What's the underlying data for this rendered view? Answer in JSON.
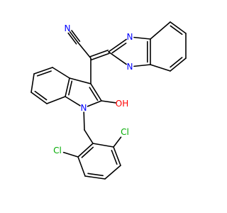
{
  "molecule": {
    "atoms": [
      {
        "id": "N1",
        "label": "N",
        "color": "#0000ff"
      },
      {
        "id": "C1",
        "label": ""
      },
      {
        "id": "C2",
        "label": ""
      },
      {
        "id": "C3",
        "label": ""
      },
      {
        "id": "N2",
        "label": "N",
        "color": "#0000ff"
      },
      {
        "id": "N3",
        "label": "N",
        "color": "#0000ff"
      },
      {
        "id": "C3a",
        "label": ""
      },
      {
        "id": "C4",
        "label": ""
      },
      {
        "id": "C5",
        "label": ""
      },
      {
        "id": "C6",
        "label": ""
      },
      {
        "id": "C7",
        "label": ""
      },
      {
        "id": "C7a",
        "label": ""
      },
      {
        "id": "I3",
        "label": ""
      },
      {
        "id": "I2",
        "label": ""
      },
      {
        "id": "O1",
        "label": "OH",
        "color": "#ff0000"
      },
      {
        "id": "IN1",
        "label": "N",
        "color": "#0000ff"
      },
      {
        "id": "I7a",
        "label": ""
      },
      {
        "id": "I3a",
        "label": ""
      },
      {
        "id": "I4",
        "label": ""
      },
      {
        "id": "I5",
        "label": ""
      },
      {
        "id": "I6",
        "label": ""
      },
      {
        "id": "I7",
        "label": ""
      },
      {
        "id": "CH2",
        "label": ""
      },
      {
        "id": "B1",
        "label": ""
      },
      {
        "id": "B2",
        "label": ""
      },
      {
        "id": "B3",
        "label": ""
      },
      {
        "id": "B4",
        "label": ""
      },
      {
        "id": "B5",
        "label": ""
      },
      {
        "id": "B6",
        "label": ""
      },
      {
        "id": "Cl1",
        "label": "Cl",
        "color": "#00aa00"
      },
      {
        "id": "Cl2",
        "label": "Cl",
        "color": "#00aa00"
      }
    ],
    "bonds": [
      {
        "a": "N1",
        "b": "C1",
        "order": 3
      },
      {
        "a": "C1",
        "b": "C2",
        "order": 1
      },
      {
        "a": "C2",
        "b": "C3",
        "order": 2
      },
      {
        "a": "C3",
        "b": "N2",
        "order": 2
      },
      {
        "a": "C3",
        "b": "N3",
        "order": 1
      },
      {
        "a": "N2",
        "b": "C7a",
        "order": 1
      },
      {
        "a": "N3",
        "b": "C3a",
        "order": 1
      },
      {
        "a": "C3a",
        "b": "C7a",
        "order": 2
      },
      {
        "a": "C3a",
        "b": "C4",
        "order": 1
      },
      {
        "a": "C4",
        "b": "C5",
        "order": 2
      },
      {
        "a": "C5",
        "b": "C6",
        "order": 1
      },
      {
        "a": "C6",
        "b": "C7",
        "order": 2
      },
      {
        "a": "C7",
        "b": "C7a",
        "order": 1
      },
      {
        "a": "C2",
        "b": "I3",
        "order": 1
      },
      {
        "a": "I3",
        "b": "I2",
        "order": 2
      },
      {
        "a": "I2",
        "b": "O1",
        "order": 1
      },
      {
        "a": "I2",
        "b": "IN1",
        "order": 1
      },
      {
        "a": "IN1",
        "b": "I7a",
        "order": 1
      },
      {
        "a": "I3",
        "b": "I3a",
        "order": 1
      },
      {
        "a": "I3a",
        "b": "I7a",
        "order": 2
      },
      {
        "a": "I3a",
        "b": "I4",
        "order": 1
      },
      {
        "a": "I4",
        "b": "I5",
        "order": 2
      },
      {
        "a": "I5",
        "b": "I6",
        "order": 1
      },
      {
        "a": "I6",
        "b": "I7",
        "order": 2
      },
      {
        "a": "I7",
        "b": "I7a",
        "order": 1
      },
      {
        "a": "IN1",
        "b": "CH2",
        "order": 1
      },
      {
        "a": "CH2",
        "b": "B1",
        "order": 1
      },
      {
        "a": "B1",
        "b": "B2",
        "order": 2
      },
      {
        "a": "B2",
        "b": "B3",
        "order": 1
      },
      {
        "a": "B3",
        "b": "B4",
        "order": 2
      },
      {
        "a": "B4",
        "b": "B5",
        "order": 1
      },
      {
        "a": "B5",
        "b": "B6",
        "order": 2
      },
      {
        "a": "B6",
        "b": "B1",
        "order": 1
      },
      {
        "a": "B2",
        "b": "Cl1",
        "order": 1
      },
      {
        "a": "B6",
        "b": "Cl2",
        "order": 1
      }
    ]
  }
}
